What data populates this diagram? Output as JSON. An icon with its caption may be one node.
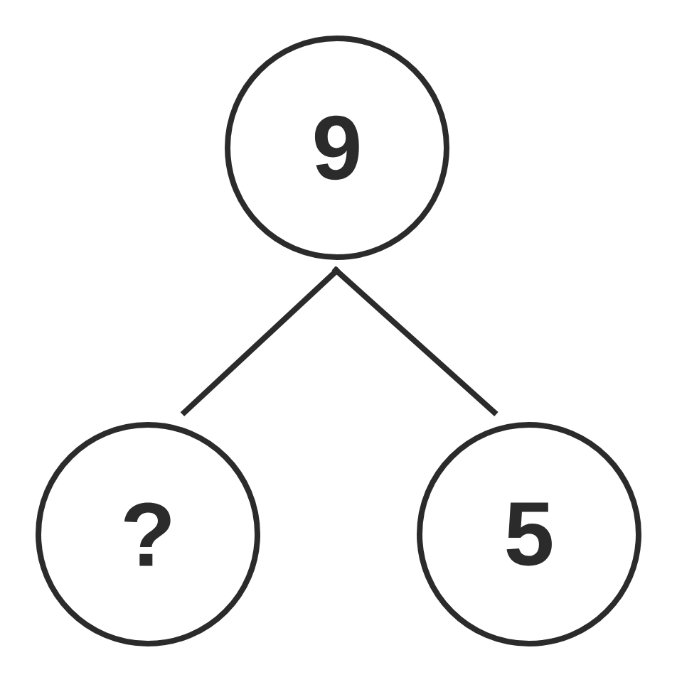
{
  "diagram": {
    "nodes": [
      {
        "text": [
          "9"
        ]
      },
      {
        "text": [
          "?"
        ]
      },
      {
        "text": [
          "5"
        ]
      }
    ],
    "edges": [
      {
        "from": 0,
        "to": 1,
        "arrow": "none"
      },
      {
        "from": 0,
        "to": 2,
        "arrow": "none"
      }
    ]
  }
}
